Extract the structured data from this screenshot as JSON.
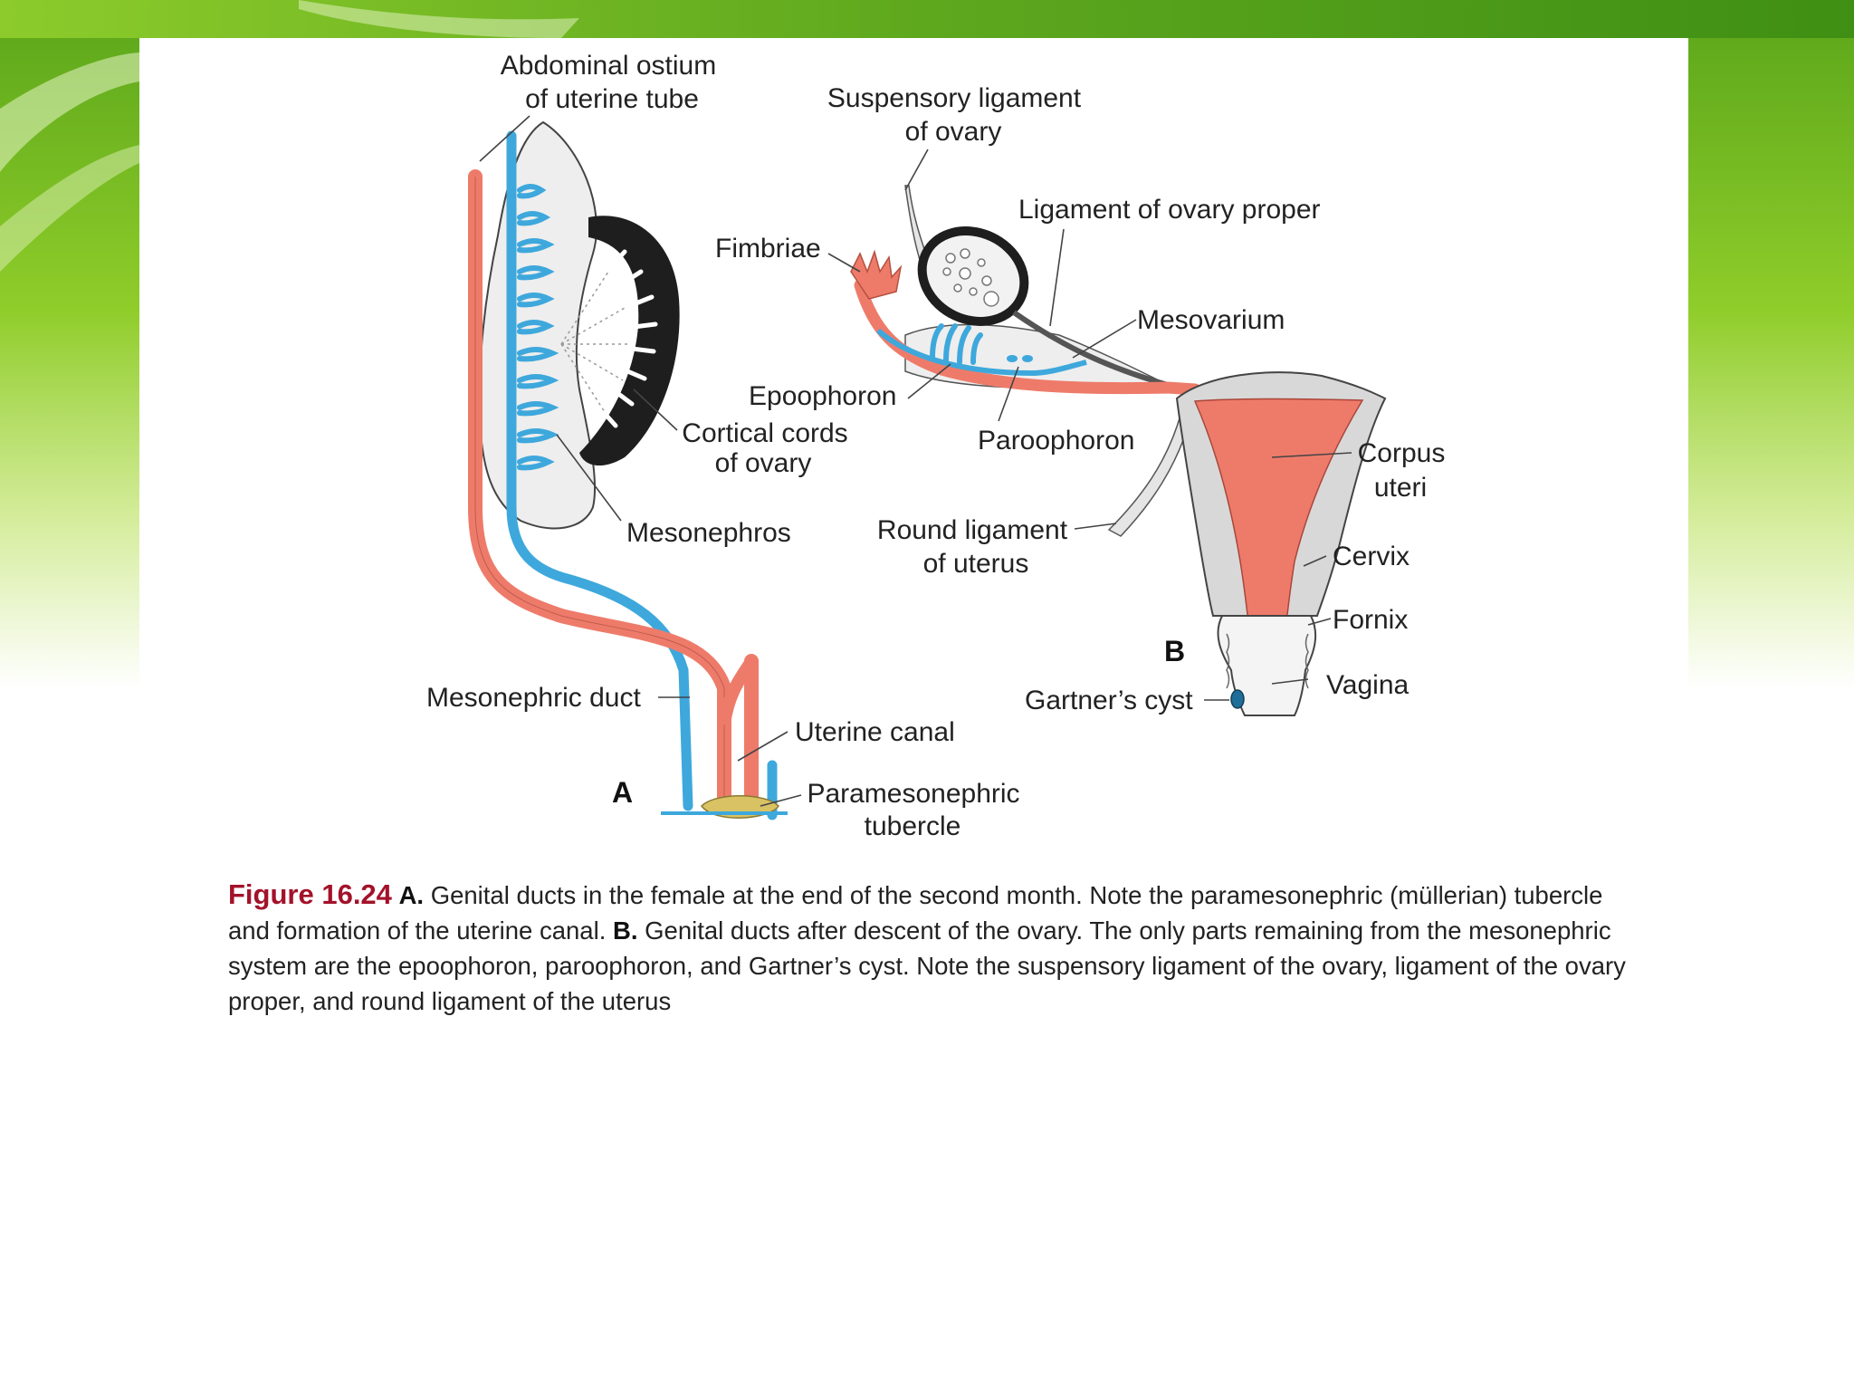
{
  "colors": {
    "background_green": "#7cc21f",
    "paramesonephric_duct": "#ee7b6a",
    "mesonephric_duct": "#3ea8dc",
    "ovary_cortex": "#1e1e1e",
    "tubercle": "#d9c264",
    "caption_figure_number": "#a3122a"
  },
  "figure": {
    "panel_a_letter": "A",
    "panel_b_letter": "B",
    "labels_a": {
      "abdominal_ostium_line1": "Abdominal ostium",
      "abdominal_ostium_line2": "of uterine tube",
      "cortical_cords_line1": "Cortical cords",
      "cortical_cords_line2": "of ovary",
      "mesonephros": "Mesonephros",
      "mesonephric_duct": "Mesonephric duct",
      "uterine_canal": "Uterine canal",
      "paramesonephric_line1": "Paramesonephric",
      "paramesonephric_line2": "tubercle"
    },
    "labels_b": {
      "suspensory_line1": "Suspensory ligament",
      "suspensory_line2": "of ovary",
      "ligament_ovary_proper": "Ligament of ovary proper",
      "fimbriae": "Fimbriae",
      "mesovarium": "Mesovarium",
      "epoophoron": "Epoophoron",
      "paroophoron": "Paroophoron",
      "corpus_line1": "Corpus",
      "corpus_line2": "uteri",
      "round_ligament_line1": "Round ligament",
      "round_ligament_line2": "of uterus",
      "cervix": "Cervix",
      "fornix": "Fornix",
      "gartners_cyst": "Gartner’s cyst",
      "vagina": "Vagina"
    }
  },
  "caption": {
    "figure_number": "Figure 16.24",
    "label_a": "A.",
    "text_a": " Genital ducts in the female at the end of the second month. Note the paramesonephric (müllerian) tubercle and formation of the uterine canal. ",
    "label_b": "B.",
    "text_b": " Genital ducts after descent of the ovary. The only parts remaining from the mesonephric system are the epoophoron, paroophoron, and Gartner’s cyst. Note the suspensory ligament of the ovary, ligament of the ovary proper, and round ligament of the uterus"
  }
}
